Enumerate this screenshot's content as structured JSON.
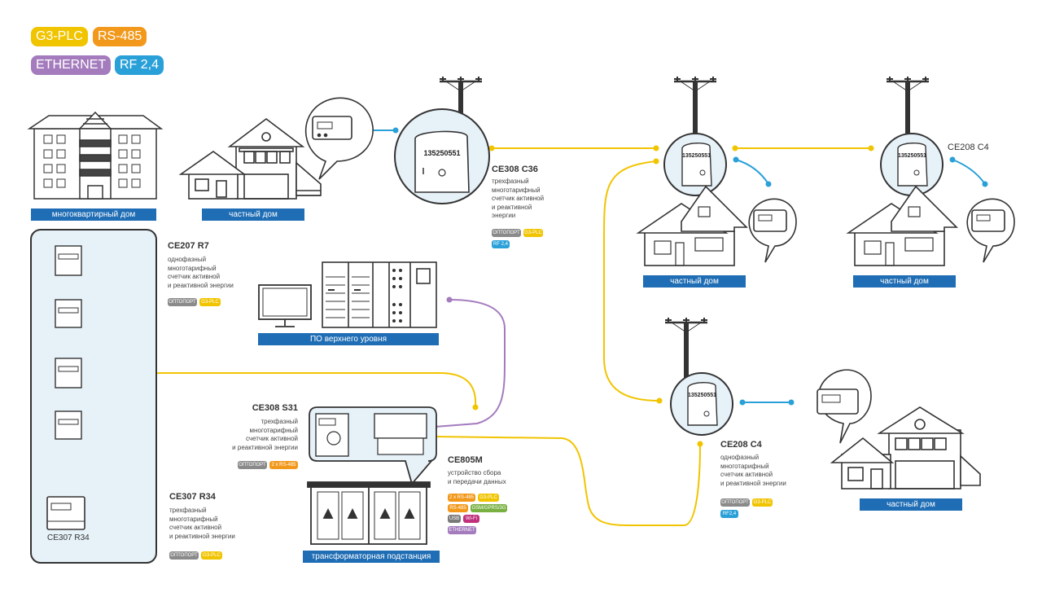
{
  "legend": {
    "g3plc": "G3-PLC",
    "rs485": "RS-485",
    "ethernet": "ETHERNET",
    "rf": "RF 2,4"
  },
  "colors": {
    "g3plc": "#f1c400",
    "rs485": "#f2991c",
    "ethernet": "#a47bbd",
    "rf": "#2aa0d8",
    "label_bg": "#1f6db4",
    "panel": "#e6f1f8",
    "line": "#3a3a3a"
  },
  "labels": {
    "apartment": "многоквартирный дом",
    "house1": "частный дом",
    "house2": "частный дом",
    "house3": "частный дом",
    "house4": "частный дом",
    "software": "ПО верхнего уровня",
    "substation": "трансформаторная подстанция"
  },
  "devices": {
    "ce308c36": {
      "name": "CE308 C36",
      "desc": "трехфазный\nмноготарифный\nсчетчик активной\nи реактивной\nэнергии",
      "tags": [
        "ОПТОПОРТ",
        "G3-PLC",
        "RF 2,4"
      ]
    },
    "ce207r7": {
      "name": "CE207 R7",
      "desc": "однофазный\nмноготарифный\nсчетчик активной\nи реактивной энергии",
      "tags": [
        "ОПТОПОРТ",
        "G3-PLC"
      ]
    },
    "ce308s31": {
      "name": "CE308 S31",
      "desc": "трехфазный\nмноготарифный\nсчетчик  активной\nи реактивной энергии",
      "tags": [
        "ОПТОПОРТ",
        "2 x RS-485"
      ]
    },
    "ce805m": {
      "name": "CE805M",
      "desc": "устройство сбора\nи передачи данных",
      "tags": [
        "2 x RS-485",
        "G3-PLC",
        "RS-485",
        "GSM/GPRS/3G",
        "USB",
        "Wi-Fi",
        "ETHERNET"
      ]
    },
    "ce307r34": {
      "name": "CE307 R34",
      "desc": "трехфазный\nмноготарифный\nсчетчик активной\nи реактивной энергии",
      "tags": [
        "ОПТОПОРТ",
        "G3-PLC"
      ]
    },
    "ce307r34_panel": {
      "name": "CE307 R34"
    },
    "ce208c4_top": {
      "name": "CE208 C4"
    },
    "ce208c4": {
      "name": "CE208 C4",
      "desc": "однофазный\nмноготарифный\nсчетчик активной\nи реактивной энергии",
      "tags": [
        "ОПТОПОРТ",
        "G3-PLC",
        "RF2,4"
      ]
    }
  },
  "meter_number": "135250551"
}
